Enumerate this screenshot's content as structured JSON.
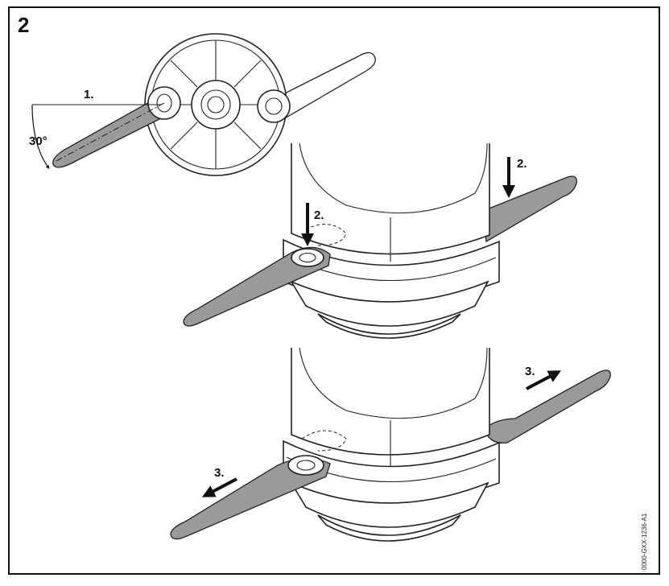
{
  "figure": {
    "number": "2",
    "document_code": "0000-GXX-1236-A1"
  },
  "top_view": {
    "step_label": "1.",
    "angle_label": "30°"
  },
  "middle_view": {
    "step_label_left": "2.",
    "step_label_right": "2."
  },
  "bottom_view": {
    "step_label_left": "3.",
    "step_label_right": "3."
  },
  "colors": {
    "blade": "#9a9a9a",
    "line": "#222222",
    "background": "#ffffff"
  }
}
